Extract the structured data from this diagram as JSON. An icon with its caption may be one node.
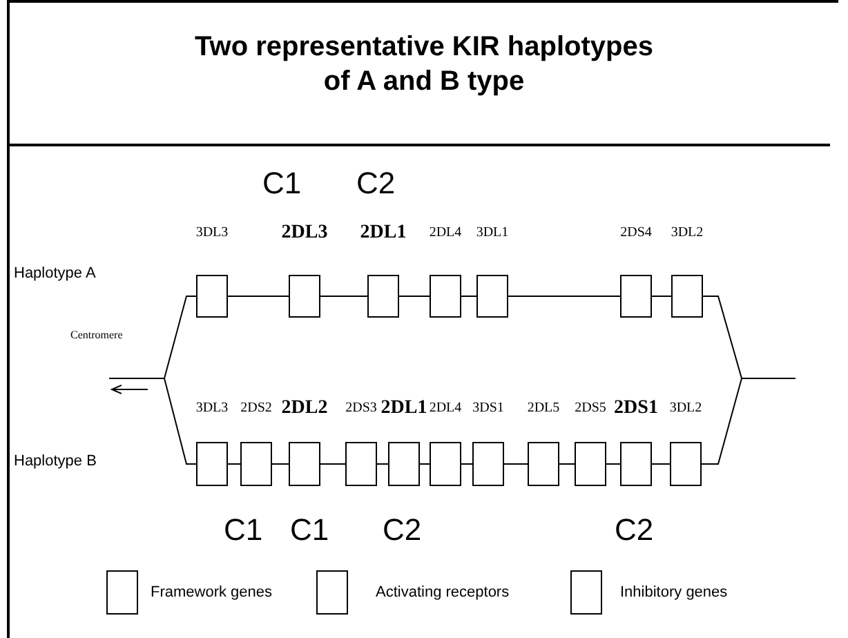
{
  "diagram": {
    "title": "Two representative KIR haplotypes of A and B type",
    "nodes": [
      {
        "text": [],
        "shape": "box",
        "beside": [
          "3DL3"
        ]
      },
      {
        "text": [],
        "shape": "box",
        "beside": [
          "**2DL3**"
        ]
      },
      {
        "text": [],
        "shape": "box",
        "beside": [
          "**2DL1**"
        ]
      },
      {
        "text": [],
        "shape": "box",
        "beside": [
          "2DL4"
        ]
      },
      {
        "text": [],
        "shape": "box",
        "beside": [
          "3DL1"
        ]
      },
      {
        "text": [],
        "shape": "box",
        "beside": [
          "2DS4"
        ]
      },
      {
        "text": [],
        "shape": "box",
        "beside": [
          "3DL2"
        ]
      },
      {
        "text": [],
        "shape": "box",
        "beside": [
          "3DL3"
        ]
      },
      {
        "text": [],
        "shape": "box",
        "beside": [
          "2DS2"
        ]
      },
      {
        "text": [],
        "shape": "box",
        "beside": [
          "**2DL2**"
        ]
      },
      {
        "text": [],
        "shape": "box",
        "beside": [
          "2DS3"
        ]
      },
      {
        "text": [],
        "shape": "box",
        "beside": [
          "**2DL1**"
        ]
      },
      {
        "text": [],
        "shape": "box",
        "beside": [
          "2DL4"
        ]
      },
      {
        "text": [],
        "shape": "box",
        "beside": [
          "3DS1"
        ]
      },
      {
        "text": [],
        "shape": "box",
        "beside": [
          "2DL5"
        ]
      },
      {
        "text": [],
        "shape": "box",
        "beside": [
          "2DS5"
        ]
      },
      {
        "text": [],
        "shape": "box",
        "beside": [
          "**2DS1**"
        ]
      },
      {
        "text": [],
        "shape": "box",
        "beside": [
          "3DL2"
        ]
      }
    ],
    "edges": [
      {
        "from": 0,
        "to": 1,
        "arrow": "none"
      },
      {
        "from": 1,
        "to": 2,
        "arrow": "none"
      },
      {
        "from": 2,
        "to": 3,
        "arrow": "none"
      },
      {
        "from": 3,
        "to": 4,
        "arrow": "none"
      },
      {
        "from": 4,
        "to": 5,
        "arrow": "none"
      },
      {
        "from": 5,
        "to": 6,
        "arrow": "none"
      },
      {
        "from": 7,
        "to": 8,
        "arrow": "none"
      },
      {
        "from": 8,
        "to": 9,
        "arrow": "none"
      },
      {
        "from": 9,
        "to": 10,
        "arrow": "none"
      },
      {
        "from": 10,
        "to": 11,
        "arrow": "none"
      },
      {
        "from": 11,
        "to": 12,
        "arrow": "none"
      },
      {
        "from": 12,
        "to": 13,
        "arrow": "none"
      },
      {
        "from": 13,
        "to": 14,
        "arrow": "none"
      },
      {
        "from": 14,
        "to": 15,
        "arrow": "none"
      },
      {
        "from": 15,
        "to": 16,
        "arrow": "none"
      },
      {
        "from": 16,
        "to": 17,
        "arrow": "none"
      },
      {
        "from": 0,
        "to": 7,
        "arrow": "none"
      },
      {
        "from": 6,
        "to": 17,
        "arrow": "none"
      }
    ],
    "labels": [
      "C1",
      "C2",
      "Haplotype A",
      "Centromere",
      "Haplotype B",
      "C1",
      "C1",
      "C2",
      "C2"
    ],
    "legend": [
      {
        "text": "Framework genes"
      },
      {
        "text": "Activating receptors"
      },
      {
        "text": "Inhibitory genes"
      }
    ]
  }
}
